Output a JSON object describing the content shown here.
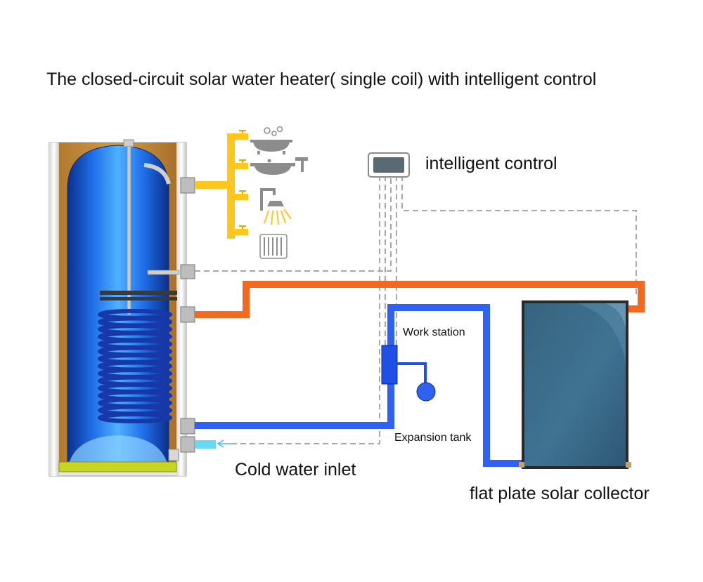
{
  "title": "The closed-circuit solar water heater( single coil) with intelligent control",
  "labels": {
    "intelligent_control": "intelligent control",
    "work_station": "Work station",
    "expansion_tank": "Expansion tank",
    "cold_water_inlet": "Cold water inlet",
    "collector": "flat plate solar collector"
  },
  "colors": {
    "hot_pipe": "#f26a22",
    "cold_pipe": "#2f62f0",
    "dhw_pipe": "#ffc61e",
    "inlet_pipe": "#6ad8f0",
    "tank_insulation": "#c08a3a",
    "tank_inner": "#1c5bd6",
    "collector_panel": "#3a6e8e",
    "sensor_wire": "#a8a8a8",
    "fixture_gray": "#8c8c8c"
  },
  "icons": [
    "bathtub-icon",
    "wash-basin-icon",
    "shower-icon",
    "floor-heating-icon"
  ]
}
